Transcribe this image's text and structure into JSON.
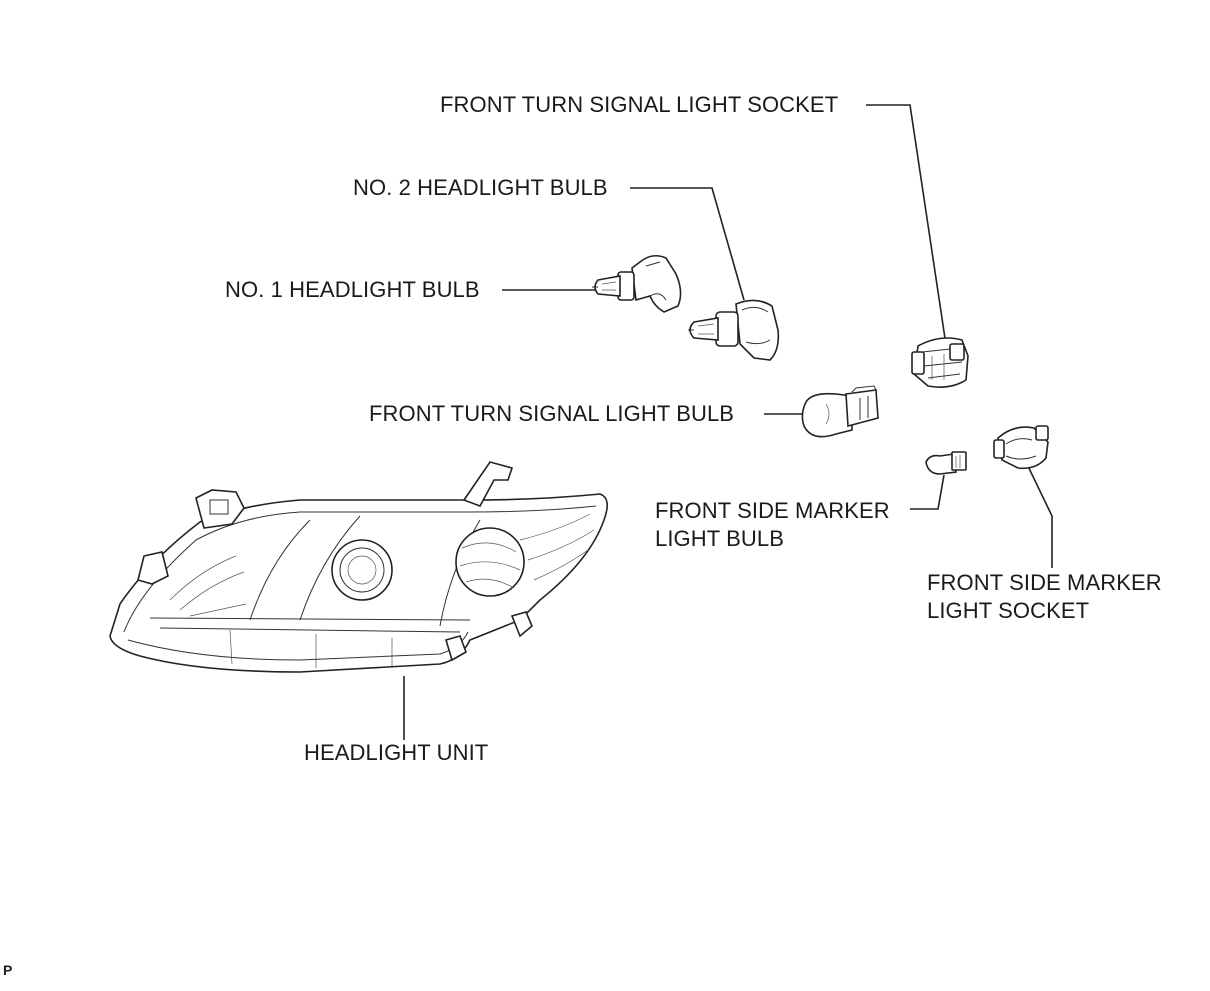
{
  "labels": {
    "front_turn_signal_light_socket": "FRONT TURN SIGNAL LIGHT SOCKET",
    "no2_headlight_bulb": "NO. 2 HEADLIGHT BULB",
    "no1_headlight_bulb": "NO. 1 HEADLIGHT BULB",
    "front_turn_signal_light_bulb": "FRONT TURN SIGNAL LIGHT BULB",
    "front_side_marker_light_bulb": [
      "FRONT SIDE MARKER",
      "LIGHT BULB"
    ],
    "front_side_marker_light_socket": [
      "FRONT SIDE MARKER",
      "LIGHT SOCKET"
    ],
    "headlight_unit": "HEADLIGHT UNIT"
  },
  "corner_mark": "P",
  "icons": {
    "no1_bulb": "headlight-bulb-icon",
    "no2_bulb": "headlight-bulb-icon",
    "turn_socket": "bulb-socket-icon",
    "turn_bulb": "wedge-bulb-icon",
    "marker_bulb": "wedge-bulb-icon",
    "marker_socket": "bulb-socket-icon",
    "headlight": "headlight-assembly-icon"
  },
  "colors": {
    "line": "#222222",
    "background": "#ffffff"
  }
}
